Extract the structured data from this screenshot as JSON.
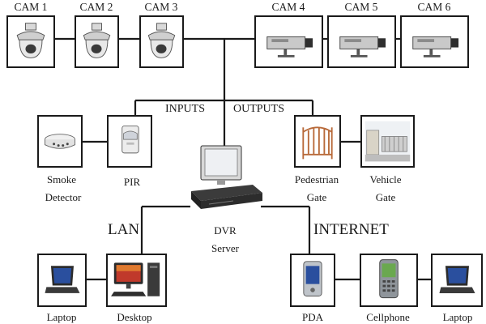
{
  "cameras": [
    {
      "label": "CAM 1",
      "kind": "dome-camera-icon"
    },
    {
      "label": "CAM 2",
      "kind": "dome-camera-icon"
    },
    {
      "label": "CAM 3",
      "kind": "dome-camera-icon"
    },
    {
      "label": "CAM 4",
      "kind": "box-camera-icon"
    },
    {
      "label": "CAM 5",
      "kind": "box-camera-icon"
    },
    {
      "label": "CAM 6",
      "kind": "box-camera-icon"
    }
  ],
  "sections": {
    "inputs": "INPUTS",
    "outputs": "OUTPUTS",
    "lan": "LAN",
    "internet": "INTERNET"
  },
  "inputs": {
    "smoke": {
      "line1": "Smoke",
      "line2": "Detector"
    },
    "pir": {
      "line1": "PIR"
    }
  },
  "outputs": {
    "pedestrian": {
      "line1": "Pedestrian",
      "line2": "Gate"
    },
    "vehicle": {
      "line1": "Vehicle",
      "line2": "Gate"
    }
  },
  "server": {
    "line1": "DVR",
    "line2": "Server"
  },
  "lan_devices": [
    {
      "label": "Laptop",
      "kind": "laptop-icon"
    },
    {
      "label": "Desktop",
      "kind": "desktop-icon"
    }
  ],
  "internet_devices": [
    {
      "label": "PDA",
      "kind": "pda-icon"
    },
    {
      "label": "Cellphone",
      "kind": "cellphone-icon"
    },
    {
      "label": "Laptop",
      "kind": "laptop-icon"
    }
  ],
  "colors": {
    "line": "#1a1a1a",
    "gate": "#b86a3a",
    "screen": "#2a4f9e"
  }
}
